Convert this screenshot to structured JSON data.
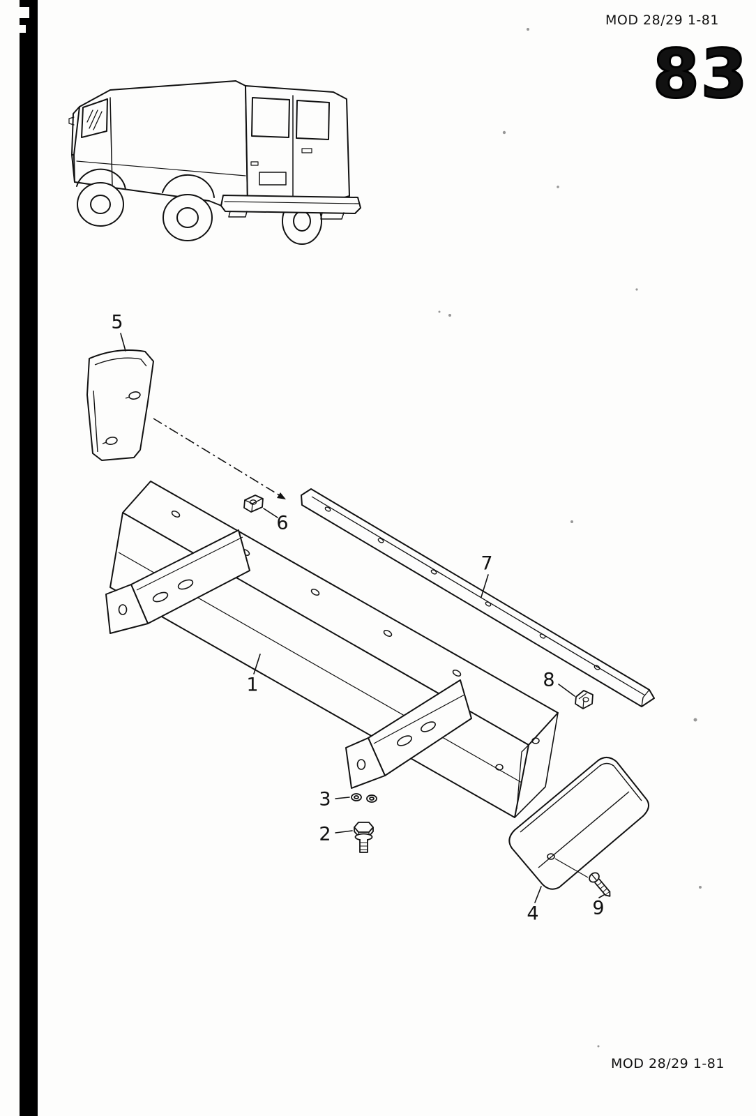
{
  "page": {
    "header_code": "MOD 28/29 1-81",
    "page_number": "83",
    "footer_code": "MOD 28/29 1-81"
  },
  "colors": {
    "ink": "#111111",
    "paper": "#fdfdfc",
    "binding_bar": "#000000"
  },
  "diagram": {
    "vehicle_thumbnail": "van-rear-three-quarter-line-drawing",
    "subject": "rear-bumper-exploded-view",
    "callouts": [
      {
        "label": "1"
      },
      {
        "label": "2"
      },
      {
        "label": "3"
      },
      {
        "label": "4"
      },
      {
        "label": "5"
      },
      {
        "label": "6"
      },
      {
        "label": "7"
      },
      {
        "label": "8"
      },
      {
        "label": "9"
      }
    ]
  }
}
